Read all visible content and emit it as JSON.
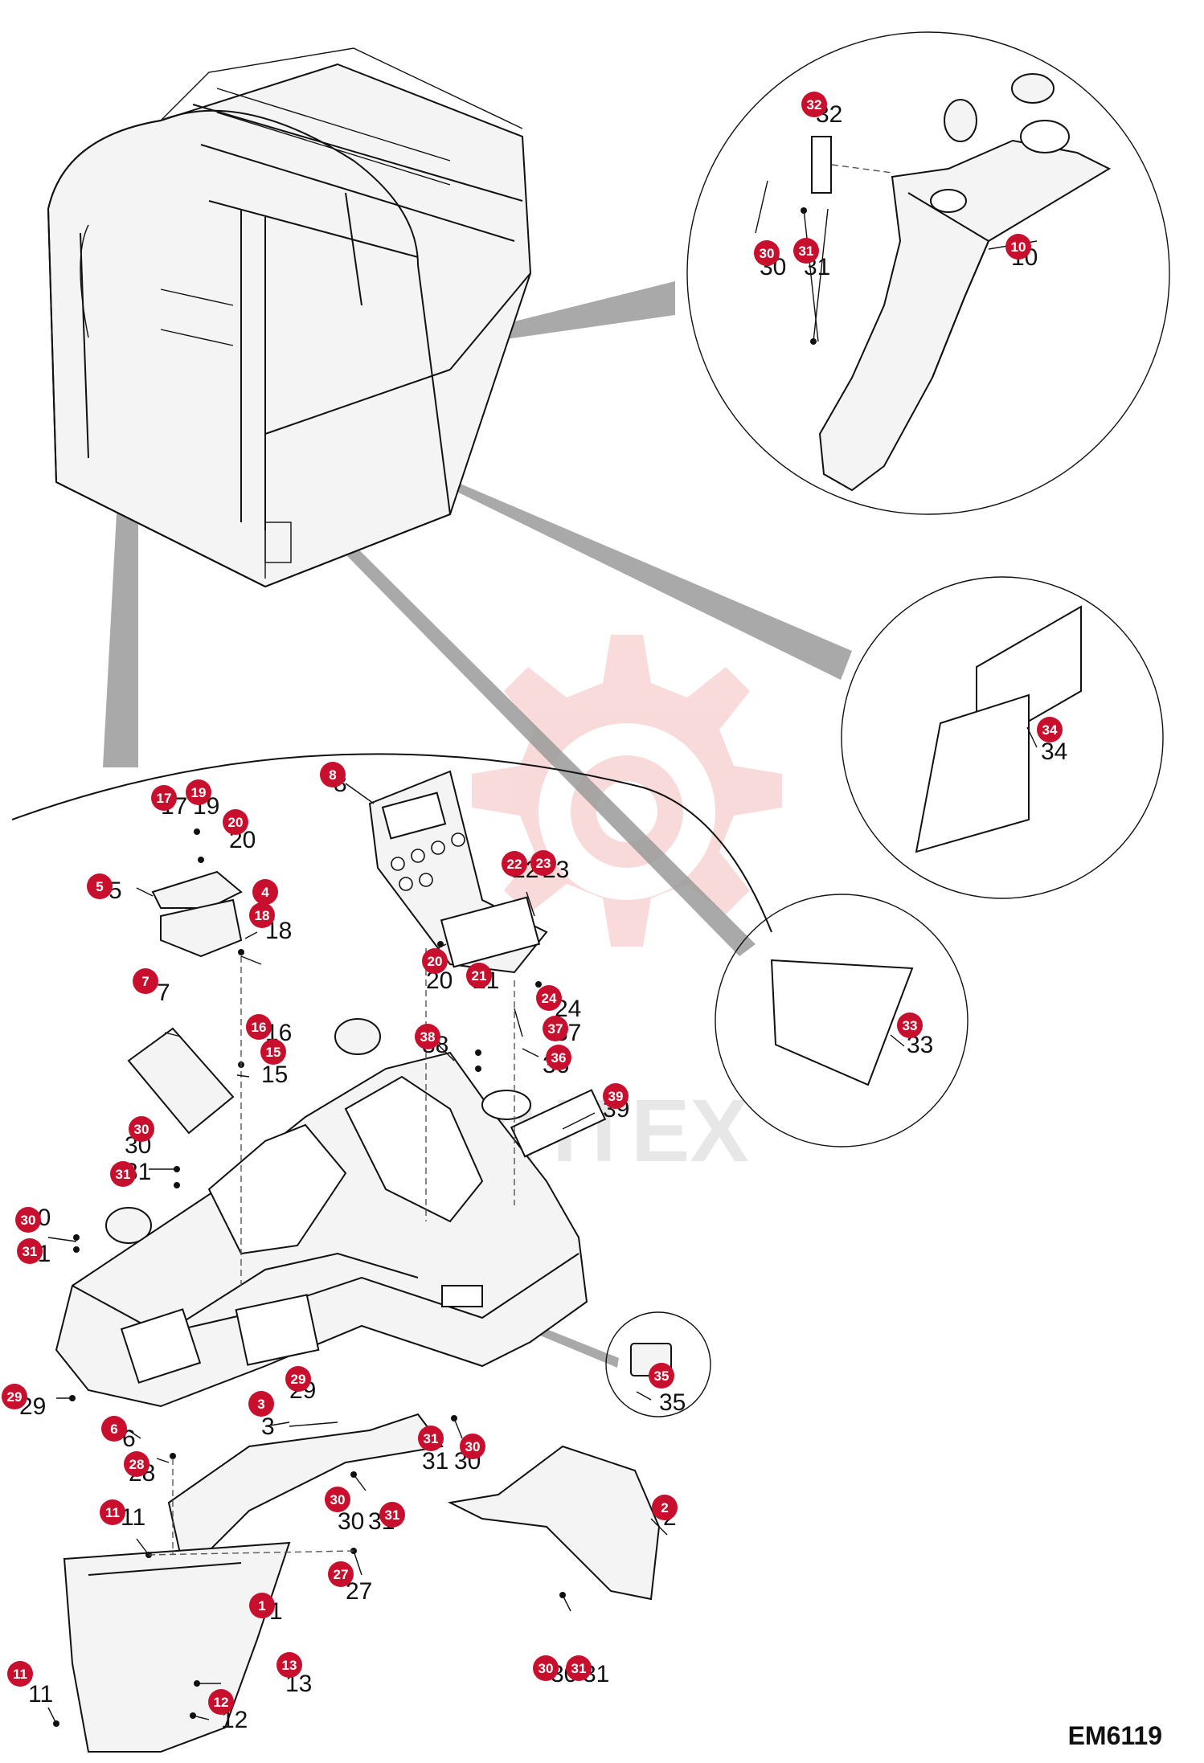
{
  "figure_code": "EM6119",
  "watermark_text": "VHTEX",
  "colors": {
    "callout": "#c8102e",
    "watermark": "#e85a5a",
    "line": "#111111",
    "wedge": "#9a9a9a"
  },
  "callouts": [
    "1",
    "2",
    "3",
    "4",
    "5",
    "6",
    "7",
    "8",
    "10",
    "11",
    "11",
    "12",
    "13",
    "15",
    "16",
    "17",
    "18",
    "19",
    "20",
    "20",
    "21",
    "22",
    "23",
    "24",
    "27",
    "28",
    "29",
    "29",
    "30",
    "30",
    "30",
    "30",
    "30",
    "30",
    "31",
    "31",
    "31",
    "31",
    "31",
    "31",
    "32",
    "33",
    "34",
    "35",
    "36",
    "37",
    "38",
    "39"
  ],
  "plain_labels": [
    "1",
    "2",
    "3",
    "5",
    "6",
    "7",
    "8",
    "10",
    "11",
    "11",
    "12",
    "13",
    "15",
    "16",
    "17",
    "18",
    "19",
    "20",
    "20",
    "21",
    "22",
    "23",
    "24",
    "27",
    "28",
    "29",
    "29",
    "30",
    "30",
    "30",
    "30",
    "30",
    "30",
    "31",
    "31",
    "31",
    "31",
    "31",
    "31",
    "32",
    "33",
    "34",
    "35",
    "36",
    "37",
    "38",
    "39"
  ]
}
